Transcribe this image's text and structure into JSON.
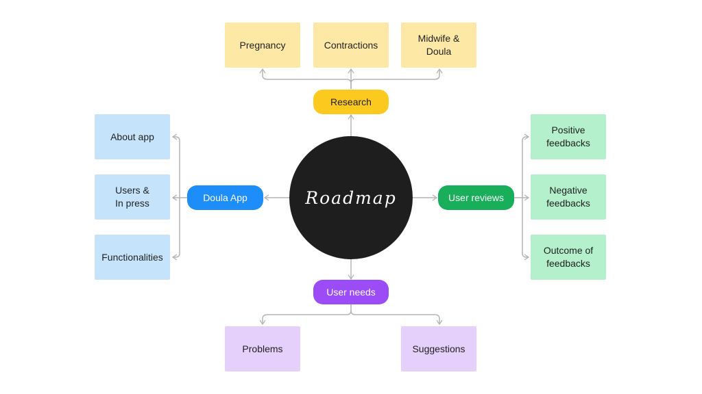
{
  "center": {
    "label": "Roadmap",
    "color": "#1e1e1e"
  },
  "research": {
    "label": "Research",
    "color": "#fcca1f",
    "items": [
      "Pregnancy",
      "Contractions",
      "Midwife &\nDoula"
    ]
  },
  "doula_app": {
    "label": "Doula App",
    "color": "#1d8ef9",
    "items": [
      "About app",
      "Users &\nIn press",
      "Functionalities"
    ]
  },
  "user_reviews": {
    "label": "User reviews",
    "color": "#19af5a",
    "items": [
      "Positive\nfeedbacks",
      "Negative\nfeedbacks",
      "Outcome of\nfeedbacks"
    ]
  },
  "user_needs": {
    "label": "User needs",
    "color": "#9b4cf6",
    "items": [
      "Problems",
      "Suggestions"
    ]
  }
}
